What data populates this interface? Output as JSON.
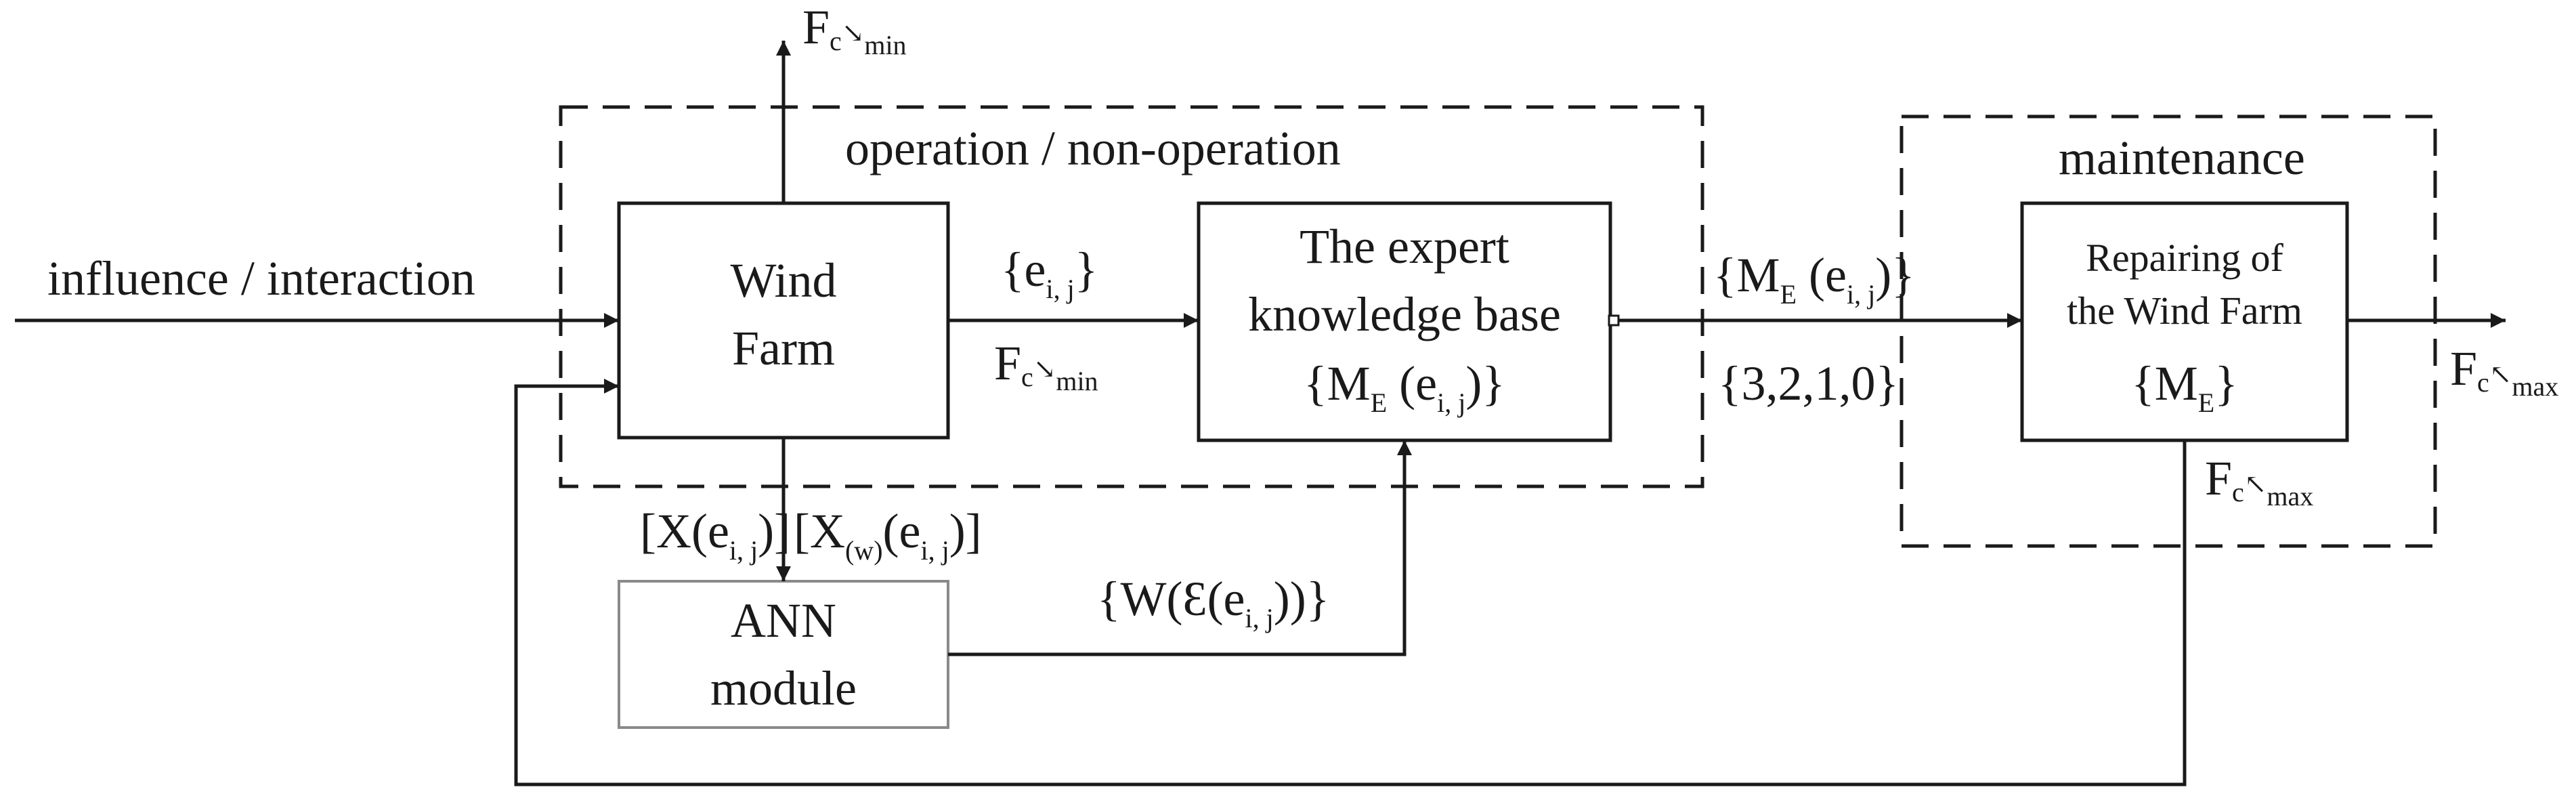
{
  "groups": {
    "operation": "operation / non-operation",
    "maintenance": "maintenance"
  },
  "input": "influence / interaction",
  "wind_farm": {
    "line1": "Wind",
    "line2": "Farm"
  },
  "expert": {
    "line1": "The expert",
    "line2": "knowledge base",
    "line3_prefix": "{M",
    "line3_sub": "E",
    "line3_mid": " (e",
    "line3_idx": "i, j",
    "line3_suffix": ")}"
  },
  "repair": {
    "line1": "Repairing of",
    "line2": "the Wind Farm",
    "line3_prefix": "{M",
    "line3_sub": "E",
    "line3_suffix": "}"
  },
  "ann": {
    "line1": "ANN",
    "line2": "module"
  },
  "labels": {
    "e_ij": {
      "prefix": "{e",
      "sub": "i, j",
      "suffix": "}"
    },
    "fc_min_top": {
      "prefix": "F",
      "sub": "c",
      "arrow": "↘",
      "tail": "min"
    },
    "fc_min_mid": {
      "prefix": "F",
      "sub": "c",
      "arrow": "↘",
      "tail": "min"
    },
    "fc_max_right": {
      "prefix": "F",
      "sub": "c",
      "arrow": "↖",
      "tail": "max"
    },
    "fc_max_bottom": {
      "prefix": "F",
      "sub": "c",
      "arrow": "↖",
      "tail": "max"
    },
    "me_out": {
      "prefix": "{M",
      "sub": "E",
      "mid": " (e",
      "idx": "i, j",
      "suffix": ")}"
    },
    "levels": "{3,2,1,0}",
    "x_eij": {
      "prefix": "[X(e",
      "sub": "i, j",
      "suffix": ")]"
    },
    "xw_eij": {
      "prefix": "[X",
      "sub": "(w)",
      "mid": "(e",
      "idx": "i, j",
      "suffix": ")]"
    },
    "w_eps": {
      "prefix": "{W(Ɛ(e",
      "sub": "i, j",
      "suffix": "))}"
    }
  }
}
